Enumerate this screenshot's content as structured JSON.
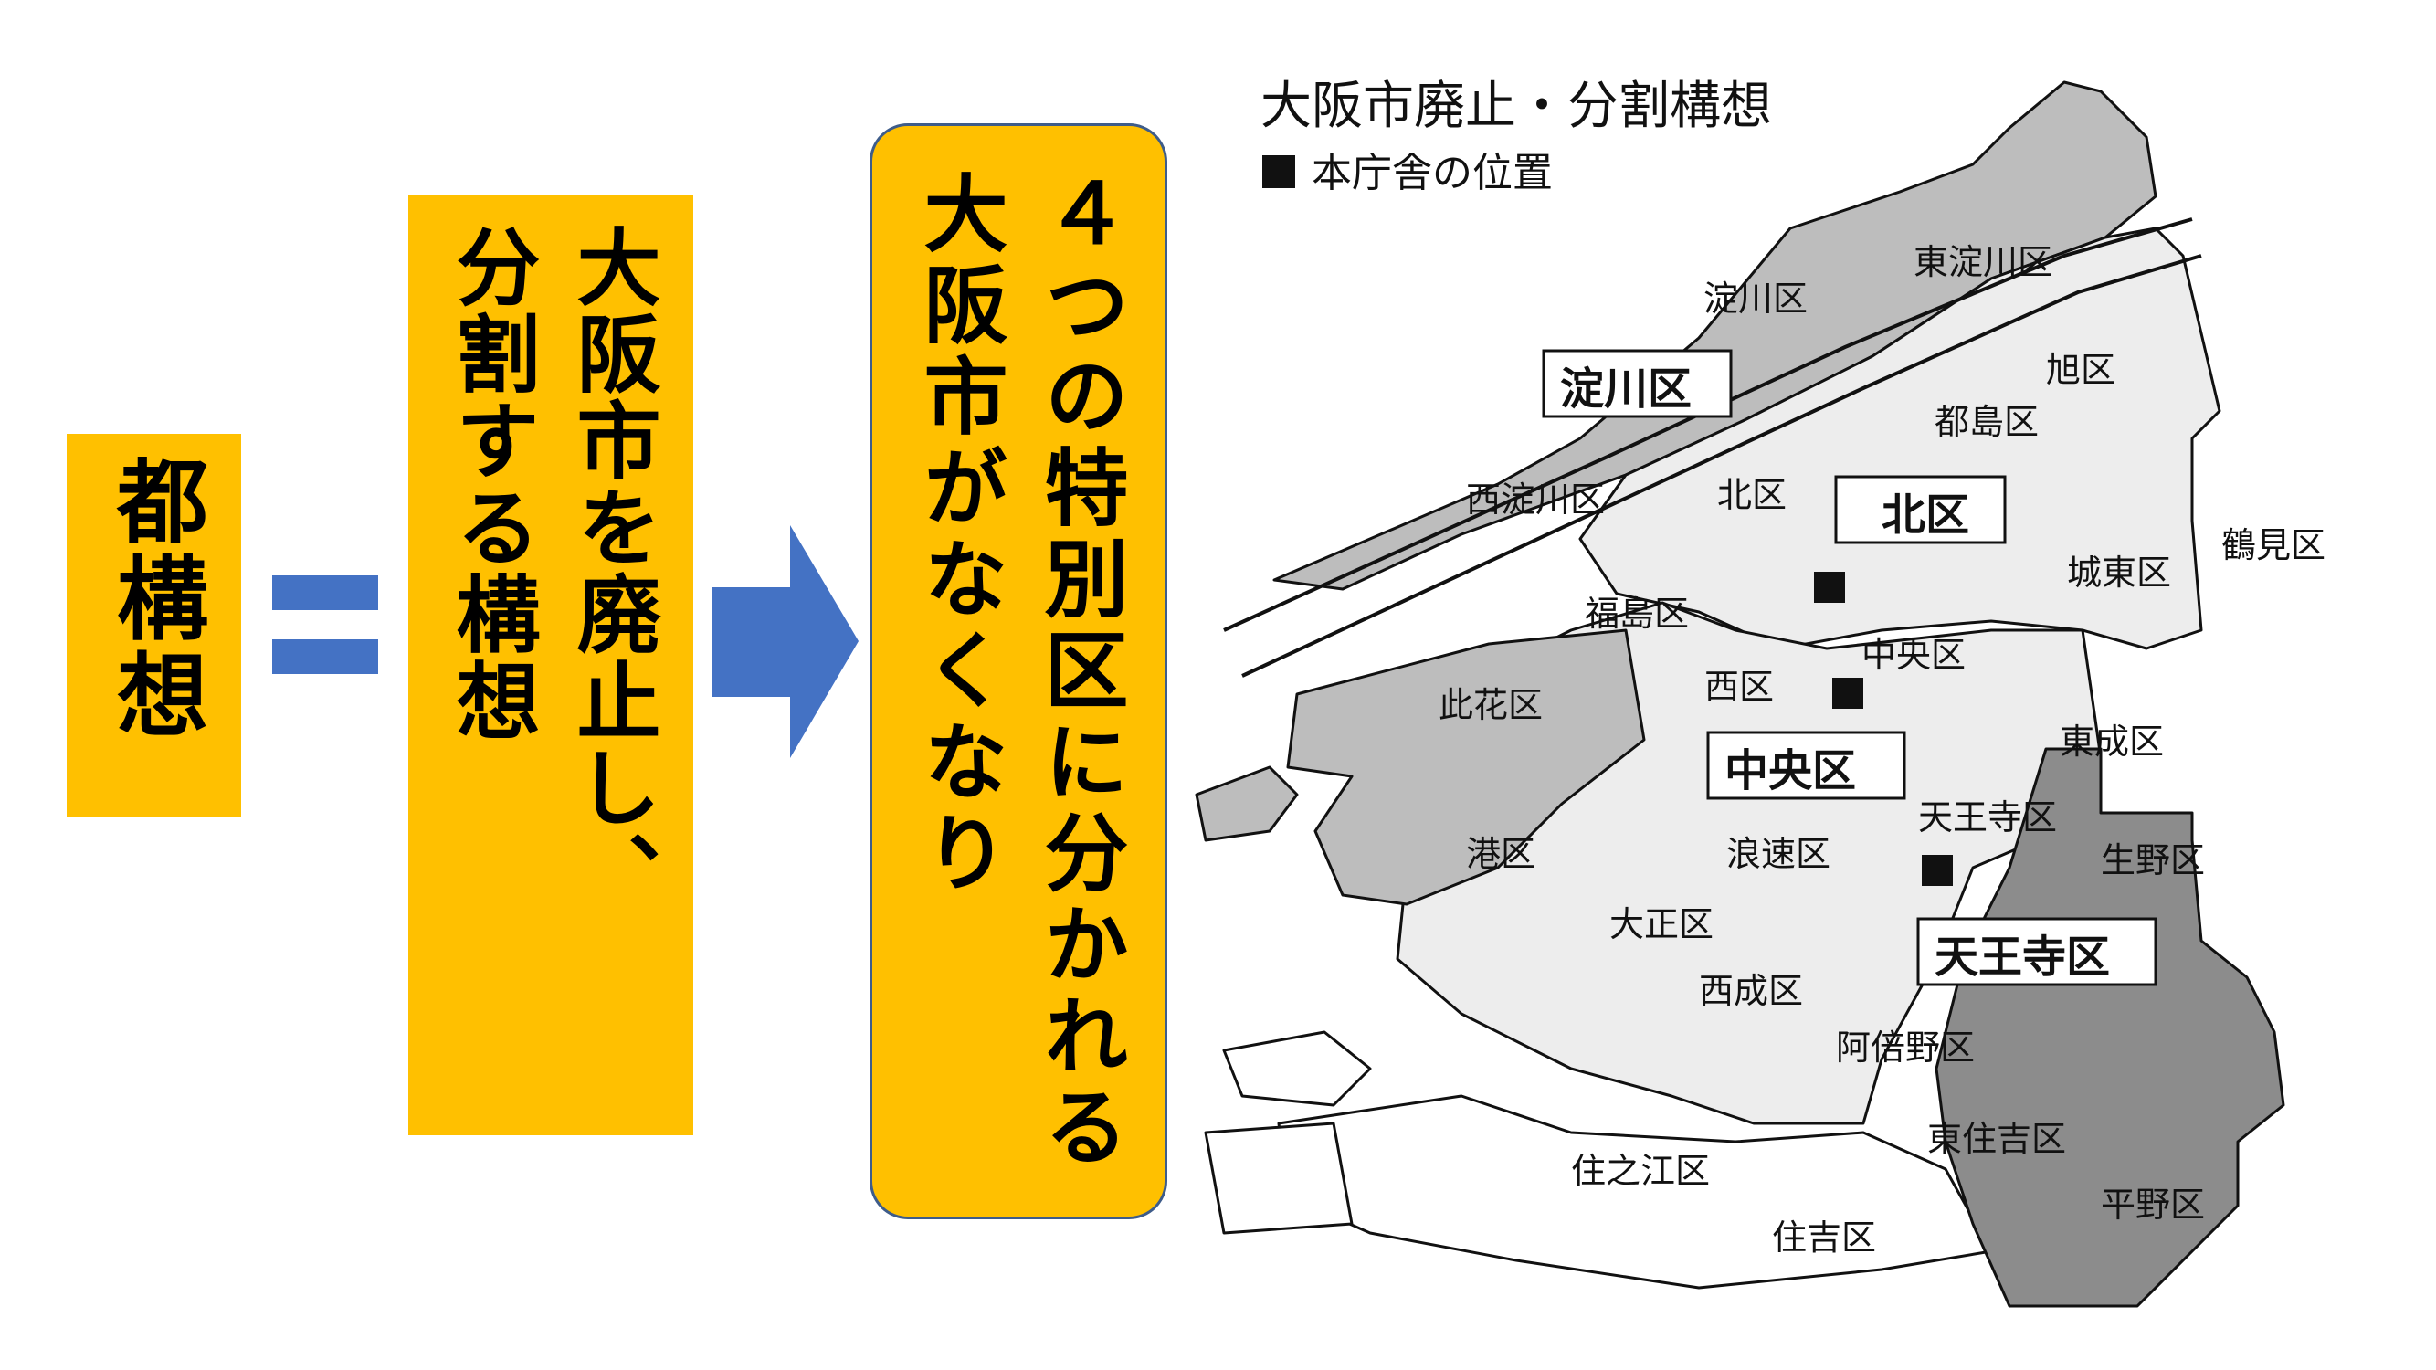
{
  "left": {
    "tokoso": "都構想",
    "definition_line1": "大阪市を廃止し、",
    "definition_line2": "分割する構想",
    "result_line1": "４つの特別区に分かれる",
    "result_line2": "大阪市がなくなり"
  },
  "map": {
    "title": "大阪市廃止・分割構想",
    "legend_label": "本庁舎の位置",
    "new_wards": [
      "淀川区",
      "北区",
      "中央区",
      "天王寺区"
    ],
    "wards": [
      "東淀川区",
      "淀川区",
      "旭区",
      "都島区",
      "西淀川区",
      "北区",
      "鶴見区",
      "城東区",
      "福島区",
      "中央区",
      "西区",
      "此花区",
      "東成区",
      "天王寺区",
      "生野区",
      "浪速区",
      "港区",
      "大正区",
      "西成区",
      "阿倍野区",
      "東住吉区",
      "住之江区",
      "平野区",
      "住吉区"
    ]
  },
  "colors": {
    "box": "#FFC000",
    "accent": "#4472C4",
    "map_dark": "#8C8C8C",
    "map_mid": "#BDBDBD",
    "map_light": "#EDEDED"
  }
}
